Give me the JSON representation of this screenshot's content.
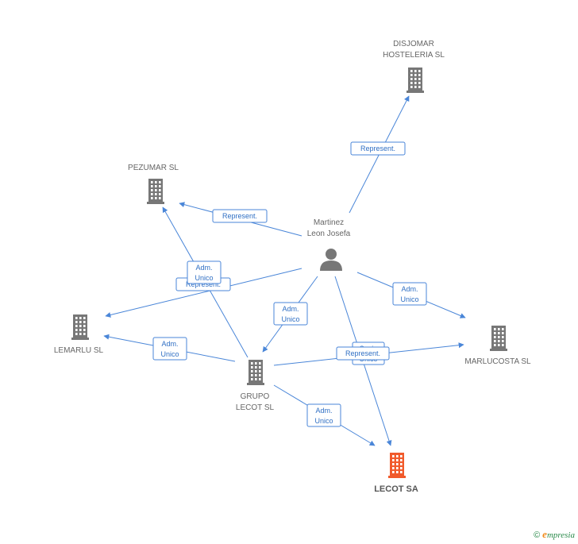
{
  "colors": {
    "edge": "#4a86d8",
    "building": "#777777",
    "building_main": "#f15a2b",
    "person": "#777777"
  },
  "nodes": [
    {
      "id": "martinez",
      "type": "person",
      "label": [
        "Martinez",
        "Leon Josefa"
      ]
    },
    {
      "id": "disjomar",
      "type": "company",
      "label": [
        "DISJOMAR",
        "HOSTELERIA SL"
      ]
    },
    {
      "id": "pezumar",
      "type": "company",
      "label": [
        "PEZUMAR SL"
      ]
    },
    {
      "id": "lemarlu",
      "type": "company",
      "label": [
        "LEMARLU SL"
      ]
    },
    {
      "id": "marlucosta",
      "type": "company",
      "label": [
        "MARLUCOSTA SL"
      ]
    },
    {
      "id": "grupo",
      "type": "company",
      "label": [
        "GRUPO",
        "LECOT SL"
      ]
    },
    {
      "id": "lecot",
      "type": "company-main",
      "label": [
        "LECOT SA"
      ]
    }
  ],
  "edges": [
    {
      "from": "martinez",
      "to": "disjomar",
      "label": [
        "Represent."
      ]
    },
    {
      "from": "martinez",
      "to": "pezumar",
      "label": [
        "Represent."
      ]
    },
    {
      "from": "martinez",
      "to": "lemarlu",
      "label": [
        "Represent."
      ]
    },
    {
      "from": "martinez",
      "to": "marlucosta",
      "label": [
        "Adm.",
        "Unico"
      ]
    },
    {
      "from": "martinez",
      "to": "grupo",
      "label": [
        "Adm.",
        "Unico"
      ]
    },
    {
      "from": "martinez",
      "to": "lecot",
      "label": [
        "Socio",
        "Único"
      ]
    },
    {
      "from": "grupo",
      "to": "pezumar",
      "label": [
        "Adm.",
        "Unico"
      ]
    },
    {
      "from": "grupo",
      "to": "lemarlu",
      "label": [
        "Adm.",
        "Unico"
      ]
    },
    {
      "from": "grupo",
      "to": "marlucosta",
      "label": [
        "Represent."
      ]
    },
    {
      "from": "grupo",
      "to": "lecot",
      "label": [
        "Adm.",
        "Unico"
      ]
    }
  ],
  "footer": {
    "copyright": "©",
    "brand_initial": "e",
    "brand_rest": "mpresia"
  }
}
